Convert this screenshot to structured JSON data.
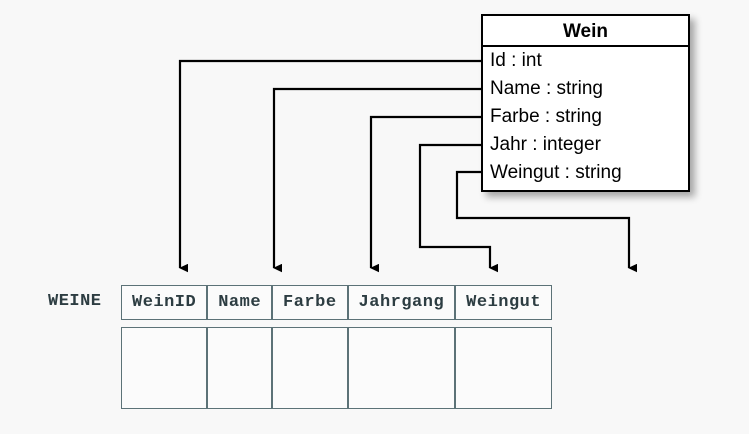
{
  "diagram": {
    "title_hidden": "",
    "background_color": "#f8f8f8",
    "line_color": "#000000"
  },
  "class_box": {
    "name": "Wein",
    "attributes": [
      {
        "label": "Id : int",
        "name": "Id",
        "type": "int"
      },
      {
        "label": "Name : string",
        "name": "Name",
        "type": "string"
      },
      {
        "label": "Farbe : string",
        "name": "Farbe",
        "type": "string"
      },
      {
        "label": "Jahr : integer",
        "name": "Jahr",
        "type": "integer"
      },
      {
        "label": "Weingut : string",
        "name": "Weingut",
        "type": "string"
      }
    ]
  },
  "relational_table": {
    "label": "WEINE",
    "columns": [
      "WeinID",
      "Name",
      "Farbe",
      "Jahrgang",
      "Weingut"
    ],
    "rows": [
      [
        "",
        "",
        "",
        "",
        ""
      ]
    ],
    "border_color": "#5c7277",
    "text_color": "#2d3d42"
  },
  "mappings": [
    {
      "from": "Id",
      "to": "WeinID"
    },
    {
      "from": "Name",
      "to": "Name"
    },
    {
      "from": "Farbe",
      "to": "Farbe"
    },
    {
      "from": "Jahr",
      "to": "Jahrgang"
    },
    {
      "from": "Weingut",
      "to": "Weingut"
    }
  ]
}
